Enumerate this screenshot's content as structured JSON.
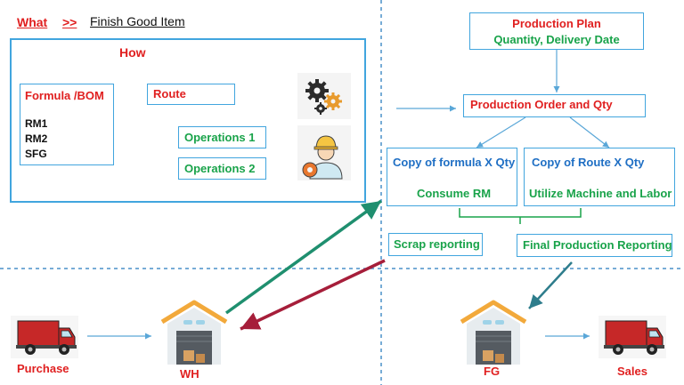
{
  "header": {
    "what": "What",
    "arrows": ">>",
    "subject": "Finish Good Item"
  },
  "how": {
    "title": "How",
    "formula_title": "Formula /BOM",
    "formula_items": [
      "RM1",
      "RM2",
      "SFG"
    ],
    "route_title": "Route",
    "operations": [
      "Operations 1",
      "Operations 2"
    ]
  },
  "plan": {
    "title": "Production Plan",
    "subtitle": "Quantity, Delivery Date"
  },
  "order": {
    "label": "Production Order and  Qty"
  },
  "copy_formula": {
    "title": "Copy of formula X Qty",
    "action": "Consume RM"
  },
  "copy_route": {
    "title": "Copy of Route  X Qty",
    "action": "Utilize Machine and Labor"
  },
  "scrap": {
    "label": "Scrap reporting"
  },
  "final": {
    "label": "Final Production Reporting"
  },
  "bottom": {
    "purchase": "Purchase",
    "wh": "WH",
    "fg": "FG",
    "sales": "Sales"
  },
  "icons": [
    "gears-icon",
    "worker-icon",
    "truck-icon",
    "warehouse-icon"
  ],
  "colors": {
    "accent_red": "#e02020",
    "accent_green": "#19a34a",
    "accent_blue": "#1f6fc4",
    "box_border": "#41a5de",
    "dash": "#4a90c8",
    "arrow_teal": "#1f8f6f",
    "arrow_maroon": "#a61e3a"
  }
}
